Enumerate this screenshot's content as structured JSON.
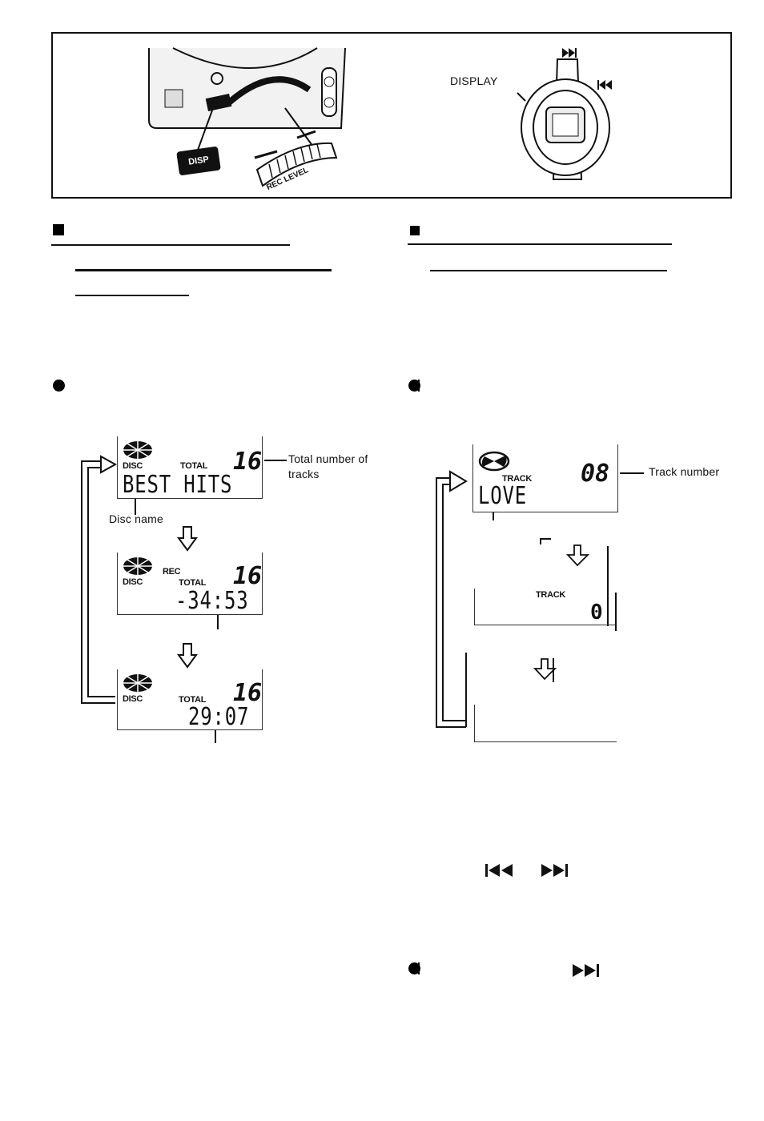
{
  "top_figure": {
    "disp_button_label": "DISP",
    "rec_level_label": "REC LEVEL",
    "display_label": "DISPLAY"
  },
  "left_column": {
    "screens": [
      {
        "disc": "DISC",
        "total": "TOTAL",
        "number": "16",
        "text": "BEST HITS"
      },
      {
        "disc": "DISC",
        "rec": "REC",
        "total": "TOTAL",
        "number": "16",
        "text": "-34:53"
      },
      {
        "disc": "DISC",
        "total": "TOTAL",
        "number": "16",
        "text": "29:07"
      }
    ],
    "callout_total_tracks": "Total number of tracks",
    "callout_disc_name": "Disc name"
  },
  "right_column": {
    "screens": [
      {
        "track": "TRACK",
        "number": "08",
        "text": "LOVE"
      },
      {
        "track": "TRACK",
        "number": "0"
      }
    ],
    "callout_track_number": "Track number"
  },
  "icons": {
    "skip_back": "skip-back-icon",
    "skip_forward": "skip-forward-icon"
  }
}
